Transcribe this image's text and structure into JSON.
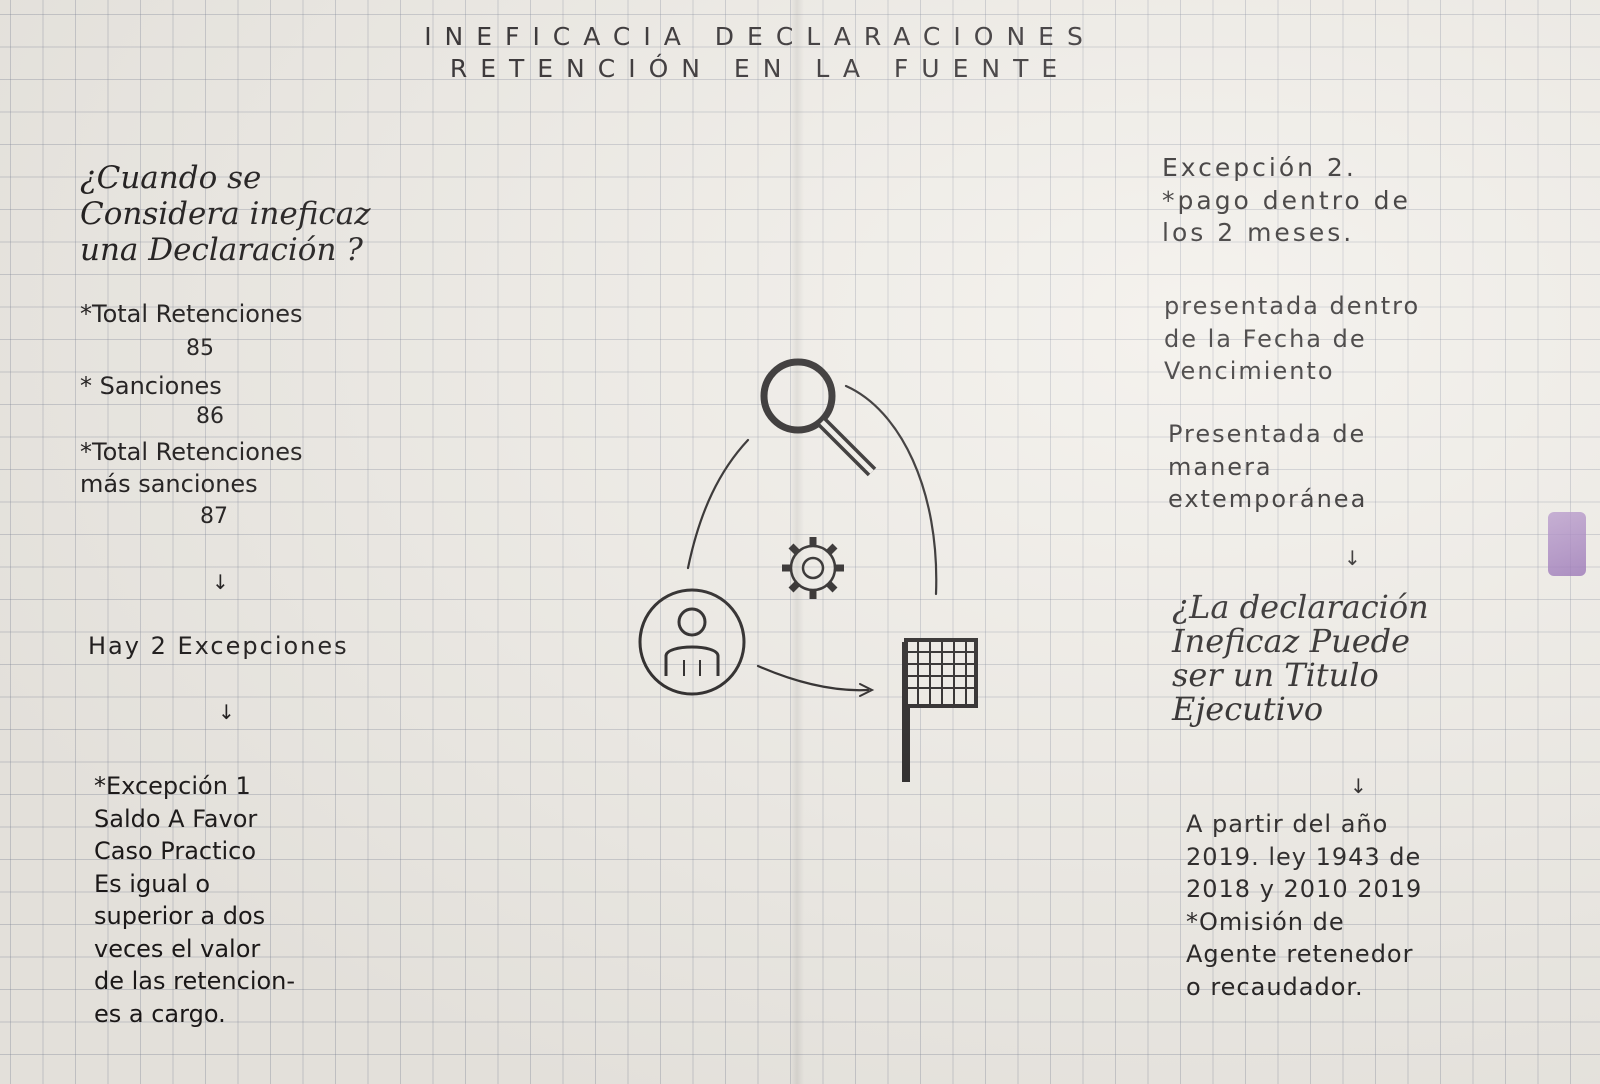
{
  "title": {
    "line1": "INEFICACIA DECLARACIONES",
    "line2": "RETENCIÓN EN LA FUENTE"
  },
  "left": {
    "question": [
      "¿Cuando se",
      "Considera ineficaz",
      "una Declaración ?"
    ],
    "items": [
      {
        "label": "*Total Retenciones",
        "value": "85"
      },
      {
        "label": "* Sanciones",
        "value": "86"
      },
      {
        "label": "*Total Retenciones",
        "label2": "más sanciones",
        "value": "87"
      }
    ],
    "exceptions_count": "Hay 2 Excepciones",
    "exception1": [
      "*Excepción 1",
      "Saldo A Favor",
      "Caso Practico",
      "Es igual o",
      "superior a dos",
      "veces el valor",
      "de las retencion-",
      "es a cargo."
    ]
  },
  "right": {
    "exception2": [
      "Excepción 2.",
      "*pago dentro de",
      "los 2 meses."
    ],
    "presented1": [
      "presentada dentro",
      "de la Fecha de",
      "Vencimiento"
    ],
    "presented2": [
      "Presentada de",
      "manera",
      "extemporánea"
    ],
    "question2": [
      "¿La declaración",
      "Ineficaz Puede",
      "ser un Titulo",
      "Ejecutivo"
    ],
    "law": [
      "A partir del año",
      "2019. ley 1943 de",
      "2018 y 2010 2019",
      "*Omisión de",
      "Agente retenedor",
      "o recaudador."
    ]
  },
  "icons": {
    "center": [
      "magnifier-icon",
      "gear-icon",
      "person-icon",
      "checkered-flag-icon"
    ],
    "ink_color": "#1d1a1a"
  },
  "arrow_glyph": "↓"
}
